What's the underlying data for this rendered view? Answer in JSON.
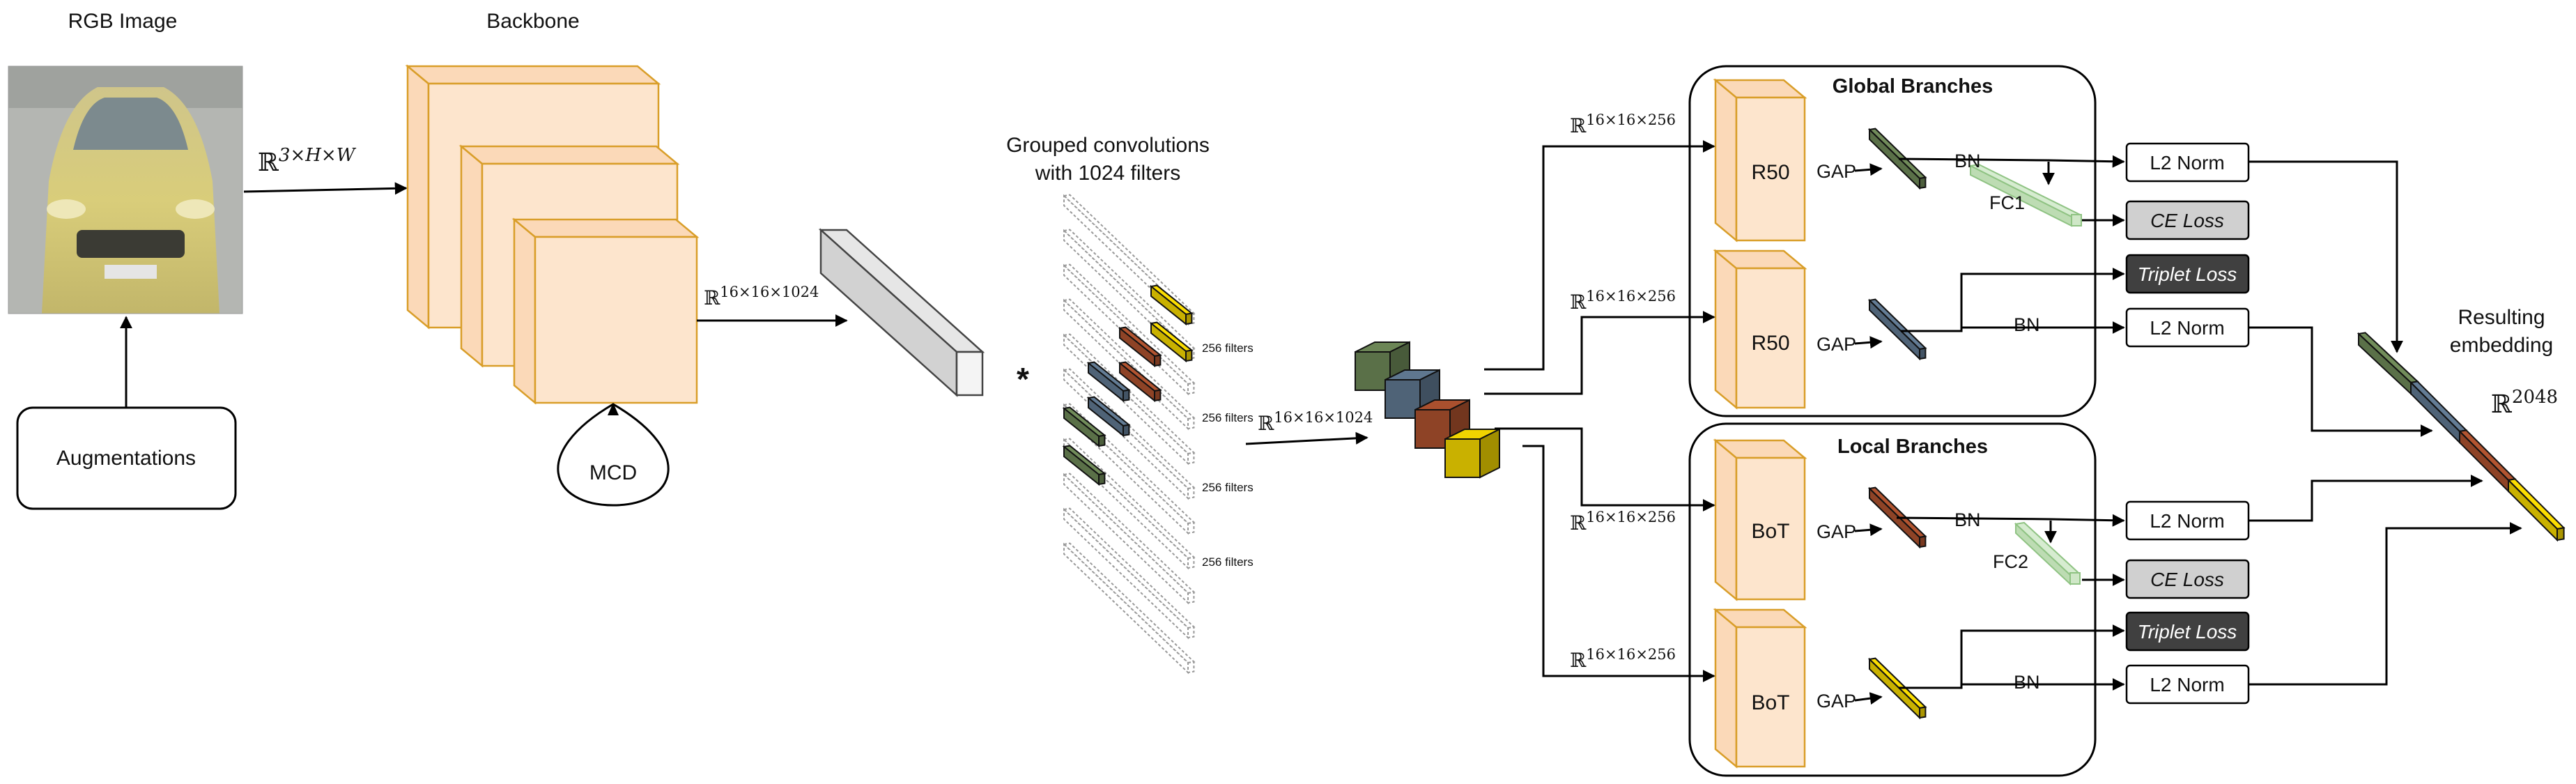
{
  "input": {
    "title": "RGB Image",
    "shape_label_base": "ℝ",
    "shape_label_exp": "3×H×W"
  },
  "augmentations": {
    "label": "Augmentations"
  },
  "backbone": {
    "title": "Backbone",
    "mcd_label": "MCD",
    "out_base": "ℝ",
    "out_exp": "16×16×1024"
  },
  "grouped_conv": {
    "title_line1": "Grouped convolutions",
    "title_line2": "with 1024 filters",
    "operator": "*",
    "filter_labels": [
      "256 filters",
      "256 filters",
      "256 filters",
      "256 filters"
    ],
    "out_base": "ℝ",
    "out_exp": "16×16×1024"
  },
  "group_colors": [
    "#5a7048",
    "#4f6377",
    "#8e4326",
    "#c9b100"
  ],
  "branch_input_base": "ℝ",
  "branch_input_exp": "16×16×256",
  "global_branches": {
    "title": "Global Branches",
    "rows": [
      {
        "block": "R50",
        "gap": "GAP",
        "bn": "BN",
        "fc": "FC1",
        "norm": "L2 Norm",
        "ce": "CE Loss",
        "triplet": "Triplet Loss"
      },
      {
        "block": "R50",
        "gap": "GAP",
        "bn": "BN",
        "norm": "L2 Norm"
      }
    ]
  },
  "local_branches": {
    "title": "Local Branches",
    "rows": [
      {
        "block": "BoT",
        "gap": "GAP",
        "bn": "BN",
        "fc": "FC2",
        "norm": "L2 Norm",
        "ce": "CE Loss",
        "triplet": "Triplet Loss"
      },
      {
        "block": "BoT",
        "gap": "GAP",
        "bn": "BN",
        "norm": "L2 Norm"
      }
    ]
  },
  "result": {
    "title_line1": "Resulting",
    "title_line2": "embedding",
    "dim_base": "ℝ",
    "dim_exp": "2048"
  }
}
